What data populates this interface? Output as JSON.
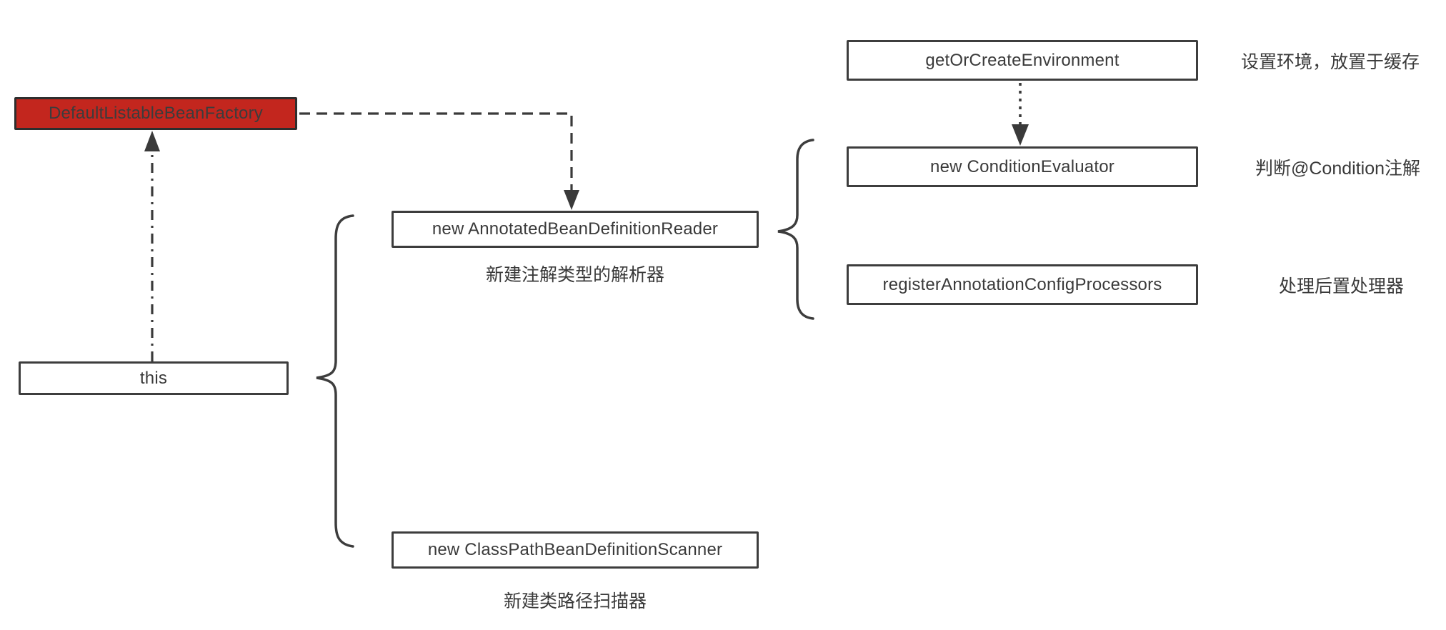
{
  "nodes": {
    "factory": {
      "label": "DefaultListableBeanFactory"
    },
    "this": {
      "label": "this"
    },
    "reader": {
      "label": "new AnnotatedBeanDefinitionReader",
      "caption": "新建注解类型的解析器"
    },
    "scanner": {
      "label": "new ClassPathBeanDefinitionScanner",
      "caption": "新建类路径扫描器"
    },
    "environment": {
      "label": "getOrCreateEnvironment",
      "note": "设置环境，放置于缓存"
    },
    "condition_evaluator": {
      "label": "new ConditionEvaluator",
      "note": "判断@Condition注解"
    },
    "register_processors": {
      "label": "registerAnnotationConfigProcessors",
      "note": "处理后置处理器"
    }
  },
  "edges": [
    {
      "from": "this",
      "to": "factory",
      "style": "dash-dot",
      "arrow": "up"
    },
    {
      "from": "factory",
      "to": "reader",
      "style": "dashed-elbow",
      "arrow": "down"
    },
    {
      "from": "environment",
      "to": "condition_evaluator",
      "style": "dotted",
      "arrow": "down"
    }
  ],
  "groups": [
    {
      "parent": "this",
      "children": [
        "reader",
        "scanner"
      ],
      "shape": "left-curly-brace"
    },
    {
      "parent": "reader",
      "children": [
        "condition_evaluator",
        "register_processors"
      ],
      "shape": "left-curly-brace"
    }
  ],
  "colors": {
    "background": "#FFFFFF",
    "line": "#3A3A3A",
    "text": "#3A3A3A",
    "node_border": "#3D3D3D",
    "red_node_fill": "#C3261E"
  }
}
